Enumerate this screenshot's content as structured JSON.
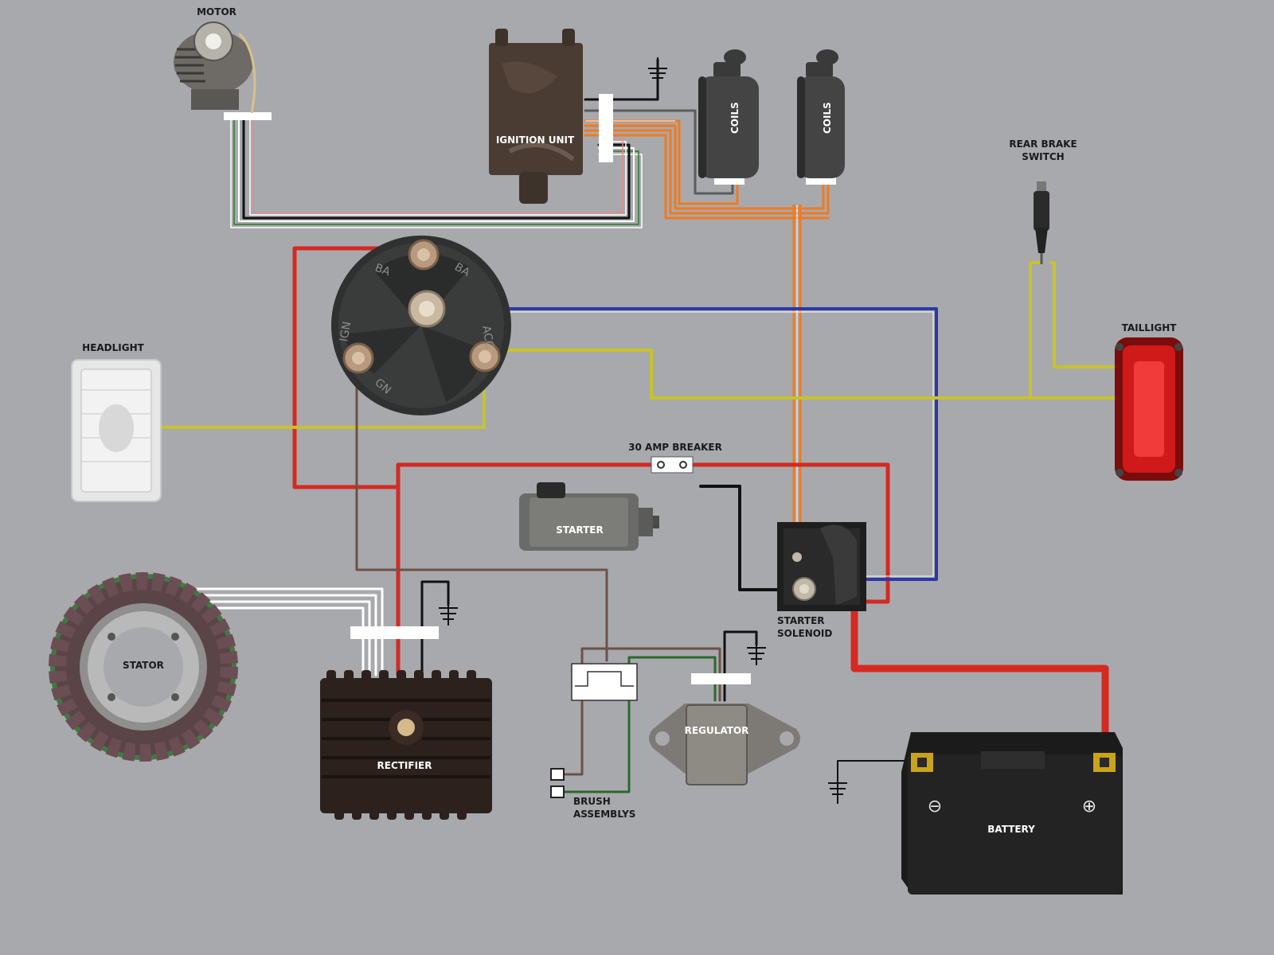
{
  "labels": {
    "motor": "MOTOR",
    "ignition_unit": "IGNITION UNIT",
    "coil_1": "COILS",
    "coil_2": "COILS",
    "rear_brake_switch_line1": "REAR BRAKE",
    "rear_brake_switch_line2": "SWITCH",
    "taillight": "TAILLIGHT",
    "headlight": "HEADLIGHT",
    "breaker": "30 AMP BREAKER",
    "starter": "STARTER",
    "starter_solenoid_line1": "STARTER",
    "starter_solenoid_line2": "SOLENOID",
    "stator": "STATOR",
    "rectifier": "RECTIFIER",
    "regulator": "REGULATOR",
    "brush_assemblies_line1": "BRUSH",
    "brush_assemblies_line2": "ASSEMBLYS",
    "battery": "BATTERY",
    "battery_negative": "⊖",
    "battery_positive": "⊕"
  },
  "ignition_switch_terminals": {
    "top_left": "BA",
    "top_right": "BA",
    "left": "IGN",
    "bottom": "GN",
    "right": "ACC"
  },
  "colors": {
    "background": "#a8a9ad",
    "wire_red": "#d42a22",
    "wire_blue": "#2b3aa3",
    "wire_yellow": "#c8c32a",
    "wire_orange": "#f07a1e",
    "wire_brown": "#6d5147",
    "wire_green": "#2a6a2a",
    "wire_black": "#111111",
    "wire_white": "#ffffff",
    "wire_gray": "#5c5c5c"
  }
}
